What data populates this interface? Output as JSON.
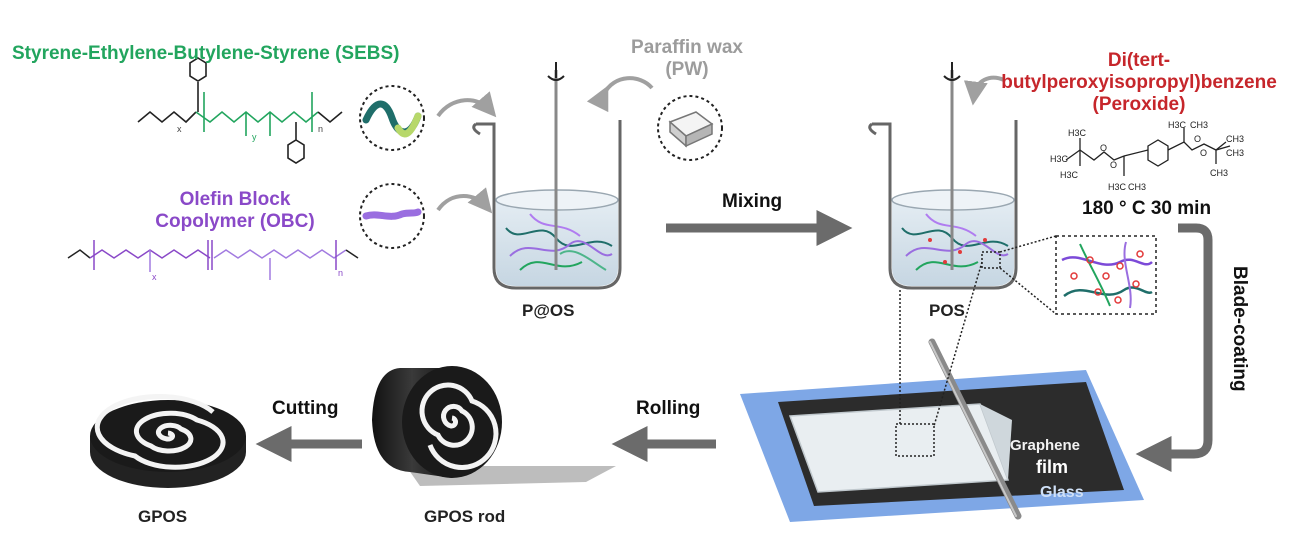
{
  "labels": {
    "sebs": "Styrene-Ethylene-Butylene-Styrene (SEBS)",
    "obc_line1": "Olefin Block",
    "obc_line2": "Copolymer (OBC)",
    "pw_line1": "Paraffin wax",
    "pw_line2": "(PW)",
    "peroxide_line1": "Di(tert-",
    "peroxide_line2": "butylperoxyisopropyl)benzene",
    "peroxide_line3": "(Peroxide)",
    "condition": "180 ° C 30 min",
    "mixing": "Mixing",
    "p_at_os": "P@OS",
    "pos": "POS",
    "blade_coating": "Blade-coating",
    "graphene_line1": "Graphene",
    "graphene_line2": "film",
    "glass": "Glass",
    "rolling": "Rolling",
    "cutting": "Cutting",
    "gpos_rod": "GPOS rod",
    "gpos": "GPOS",
    "chem_h3c": "H3C",
    "chem_ch3": "CH3",
    "chem_o": "O",
    "poly_x": "x",
    "poly_y": "y",
    "poly_n": "n"
  },
  "colors": {
    "sebs": "#22a55e",
    "obc": "#8a49c8",
    "paraffin": "#9c9c9c",
    "peroxide": "#c6262b",
    "arrow": "#6b6b6b",
    "glass": "#7ea7e6",
    "graphene": "#2c2c2c"
  },
  "icons": [
    "rotation-arrow-icon",
    "stirrer-icon",
    "beaker-icon",
    "wax-block-icon",
    "spiral-icon",
    "blade-icon"
  ]
}
